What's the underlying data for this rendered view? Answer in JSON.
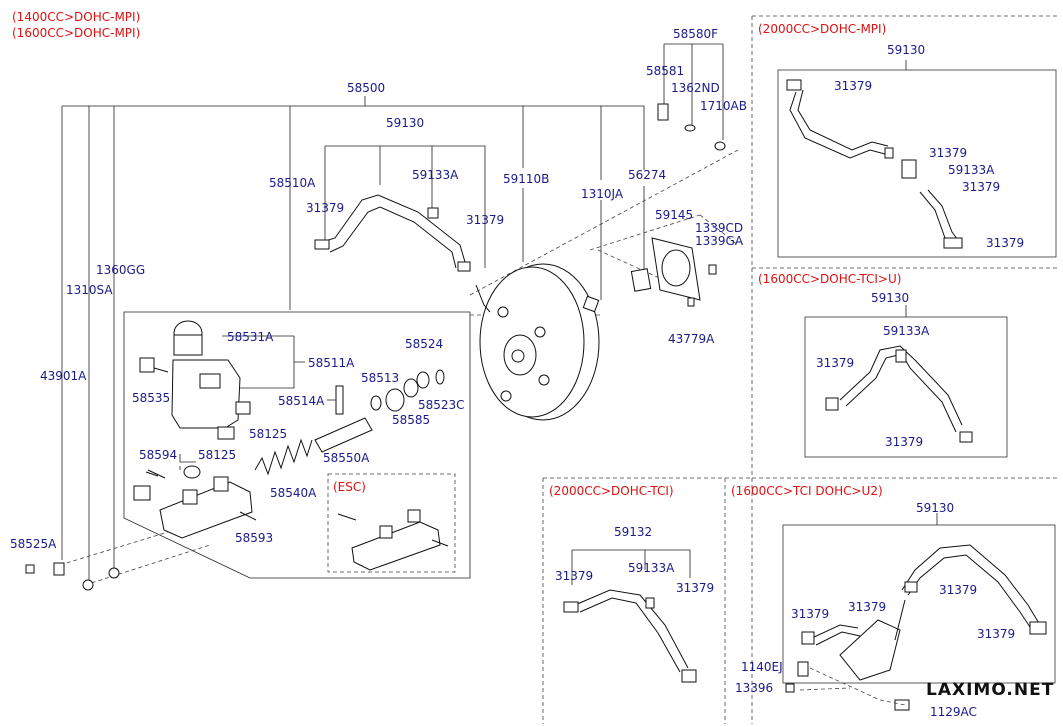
{
  "headers": {
    "engine_1400": "(1400CC>DOHC-MPI)",
    "engine_1600": "(1600CC>DOHC-MPI)",
    "box_2000_mpi": "(2000CC>DOHC-MPI)",
    "box_1600_tci_u": "(1600CC>DOHC-TCI>U)",
    "box_2000_tci": "(2000CC>DOHC-TCI)",
    "box_1600_tci_u2": "(1600CC>TCI DOHC>U2)",
    "esc": "(ESC)"
  },
  "watermark": "LAXIMO.NET",
  "main_labels": {
    "p58500": "58500",
    "p58580F": "58580F",
    "p58581": "58581",
    "p1362ND": "1362ND",
    "p1710AB": "1710AB",
    "p59130": "59130",
    "p58510A": "58510A",
    "p59133A": "59133A",
    "p31379_a": "31379",
    "p31379_b": "31379",
    "p59110B": "59110B",
    "p56274": "56274",
    "p1310JA": "1310JA",
    "p59145": "59145",
    "p1339CD": "1339CD",
    "p1339GA": "1339GA",
    "p43779A": "43779A",
    "p1360GG": "1360GG",
    "p1310SA": "1310SA",
    "p43901A": "43901A",
    "p58531A": "58531A",
    "p58511A": "58511A",
    "p58535": "58535",
    "p58524": "58524",
    "p58513": "58513",
    "p58514A": "58514A",
    "p58523C": "58523C",
    "p58585": "58585",
    "p58125_a": "58125",
    "p58125_b": "58125",
    "p58594": "58594",
    "p58550A": "58550A",
    "p58540A": "58540A",
    "p58593": "58593",
    "p58525A": "58525A"
  },
  "box_2000_mpi_labels": {
    "p59130": "59130",
    "p31379_a": "31379",
    "p31379_b": "31379",
    "p59133A": "59133A",
    "p31379_c": "31379",
    "p31379_d": "31379"
  },
  "box_1600_tci_u_labels": {
    "p59130": "59130",
    "p59133A": "59133A",
    "p31379_a": "31379",
    "p31379_b": "31379"
  },
  "box_2000_tci_labels": {
    "p59132": "59132",
    "p31379_a": "31379",
    "p59133A": "59133A",
    "p31379_b": "31379"
  },
  "box_1600_tci_u2_labels": {
    "p59130": "59130",
    "p31379_a": "31379",
    "p31379_b": "31379",
    "p31379_c": "31379",
    "p31379_d": "31379",
    "p1140EJ": "1140EJ",
    "p13396": "13396",
    "p1129AC": "1129AC"
  }
}
